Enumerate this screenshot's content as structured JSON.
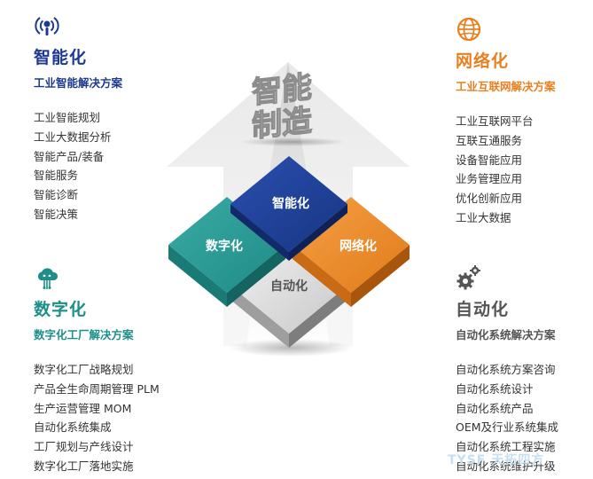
{
  "center": {
    "headline_line1": "智能",
    "headline_line2": "制造",
    "tiles": {
      "top": "智能化",
      "left": "数字化",
      "right": "网络化",
      "bottom": "自动化"
    }
  },
  "quadrants": {
    "top_left": {
      "icon": "bulb-signal-icon",
      "title": "智能化",
      "subtitle": "工业智能解决方案",
      "items": [
        "工业智能规划",
        "工业大数据分析",
        "智能产品/装备",
        "智能服务",
        "智能诊断",
        "智能决策"
      ]
    },
    "top_right": {
      "icon": "globe-icon",
      "title": "网络化",
      "subtitle": "工业互联网解决方案",
      "items": [
        "工业互联网平台",
        "互联互通服务",
        "设备智能应用",
        "业务管理应用",
        "优化创新应用",
        "工业大数据"
      ]
    },
    "bottom_left": {
      "icon": "cloud-icon",
      "title": "数字化",
      "subtitle": "数字化工厂解决方案",
      "items": [
        "数字化工厂战略规划",
        "产品全生命周期管理 PLM",
        "生产运营管理 MOM",
        "自动化系统集成",
        "工厂规划与产线设计",
        "数字化工厂落地实施"
      ]
    },
    "bottom_right": {
      "icon": "gears-icon",
      "title": "自动化",
      "subtitle": "自动化系统解决方案",
      "items": [
        "自动化系统方案咨询",
        "自动化系统设计",
        "自动化系统产品",
        "OEM及行业系统集成",
        "自动化系统工程实施",
        "自动化系统维护升级"
      ]
    }
  },
  "colors": {
    "smart": "#1d3a8f",
    "network": "#e8801f",
    "digital": "#1c8f8a",
    "auto": "#8a8a8a"
  },
  "watermark": "TYSF 天拓四方"
}
